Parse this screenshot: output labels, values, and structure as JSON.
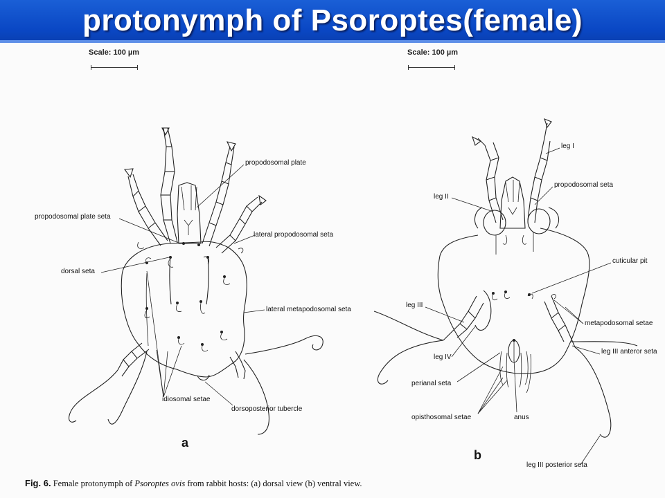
{
  "slide": {
    "title": "protonymph  of Psoroptes(female)",
    "background_color": "#0a47c4",
    "title_color": "#ffffff"
  },
  "scale_bars": [
    {
      "label": "Scale: 100 µm"
    },
    {
      "label": "Scale: 100 µm"
    }
  ],
  "figure_a": {
    "letter": "a",
    "labels": {
      "propodosomal_plate": "propodosomal plate",
      "propodosomal_plate_seta": "propodosomal plate seta",
      "lateral_propodosomal_seta": "lateral propodosomal seta",
      "dorsal_seta": "dorsal seta",
      "lateral_metapodosomal_seta": "lateral metapodosomal seta",
      "idiosomal_setae": "idiosomal setae",
      "dorsoposterior_tubercle": "dorsoposterior tubercle"
    }
  },
  "figure_b": {
    "letter": "b",
    "labels": {
      "leg_i": "leg I",
      "leg_ii": "leg II",
      "propodosomal_seta": "propodosomal seta",
      "cuticular_pit": "cuticular pit",
      "leg_iii": "leg III",
      "metapodosomal_setae": "metapodosomal setae",
      "leg_iv": "leg IV",
      "leg_iii_anterior_seta": "leg III anteror seta",
      "perianal_seta": "perianal seta",
      "opisthosomal_setae": "opisthosomal setae",
      "anus": "anus",
      "leg_iii_posterior_seta": "leg III posterior seta"
    }
  },
  "caption": {
    "fig": "Fig. 6.",
    "text_1": " Female protonymph of ",
    "species": "Psoroptes ovis",
    "text_2": " from rabbit hosts: (a) dorsal view (b) ventral view."
  }
}
